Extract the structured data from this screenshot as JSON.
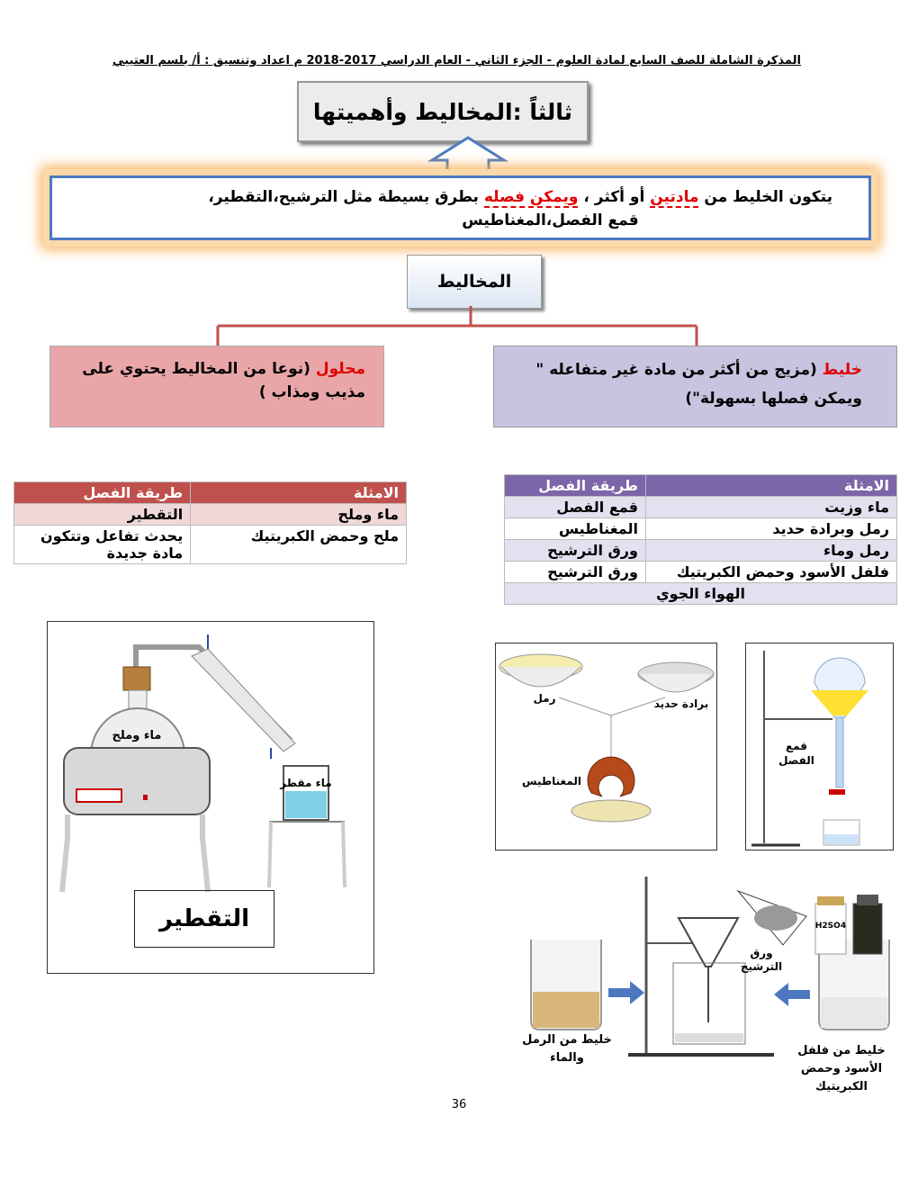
{
  "header": {
    "text": "المذكرة الشاملة للصف السابع لمادة العلوم - الجزء الثاني - العام الدراسي 2017-2018 م اعداد وتنسيق : أ/ بلسم العتيبي"
  },
  "title": {
    "text": "ثالثاً :المخاليط وأهميتها"
  },
  "definition": {
    "part1": "يتكون الخليط من ",
    "red1": "مادتين",
    "part2": " أو أكثر ، ",
    "red2": "ويمكن فصله",
    "part3": " بطرق بسيطة مثل الترشيح،التقطير،",
    "line2": "قمع الفصل،المغناطيس"
  },
  "mixtures_box": {
    "text": "المخاليط"
  },
  "mixture_def": {
    "term": "خليط",
    "text": " (مزيج من أكثر من مادة غير متفاعله \" ويمكن فصلها بسهولة\")"
  },
  "solution_def": {
    "term": "محلول",
    "text": " (نوعا من المخاليط يحتوي على مذيب ومذاب )"
  },
  "solution_table": {
    "headers": [
      "الامثلة",
      "طريقة الفصل"
    ],
    "rows": [
      [
        "ماء وملح",
        "التقطير"
      ],
      [
        "ملح وحمض الكبريتيك",
        "يحدث تفاعل وتتكون مادة جديدة"
      ]
    ]
  },
  "mixture_table": {
    "headers": [
      "الامثلة",
      "طريقة الفصل"
    ],
    "rows": [
      [
        "ماء وزيت",
        "قمع الفصل"
      ],
      [
        "رمل وبرادة حديد",
        "المغناطيس"
      ],
      [
        "رمل وماء",
        "ورق الترشيح"
      ],
      [
        "فلفل الأسود وحمض الكبريتيك",
        "ورق الترشيح"
      ]
    ],
    "last_row": "الهواء الجوي"
  },
  "distillation": {
    "flask_label": "ماء وملح",
    "beaker_label": "ماء مقطر",
    "caption": "التقطير"
  },
  "magnet_figure": {
    "sand": "رمل",
    "iron": "برادة حديد",
    "magnet": "المغناطيس"
  },
  "funnel_figure": {
    "label": "قمع الفصل"
  },
  "filtration": {
    "paper_label": "ورق الترشيح",
    "left_label": "خليط من الرمل والماء",
    "right_label": "خليط من فلفل الأسود وحمض الكبريتيك",
    "bottle_label": "H2SO4"
  },
  "page_number": "36",
  "colors": {
    "accent_red": "#e00000",
    "solution_header": "#c0504d",
    "mixture_header": "#7c65a8"
  }
}
